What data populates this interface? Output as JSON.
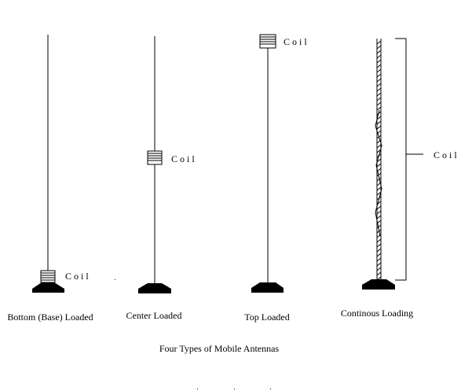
{
  "diagram": {
    "caption": "Four Types of Mobile Antennas",
    "antennas": [
      {
        "id": "bottom",
        "label": "Bottom (Base) Loaded",
        "coil_label": "Coil",
        "coil_position": "bottom"
      },
      {
        "id": "center",
        "label": "Center Loaded",
        "coil_label": "Coil",
        "coil_position": "center"
      },
      {
        "id": "top",
        "label": "Top Loaded",
        "coil_label": "Coil",
        "coil_position": "top"
      },
      {
        "id": "continuous",
        "label": "Continous Loading",
        "coil_label": "Coil",
        "coil_position": "full-length"
      }
    ]
  }
}
